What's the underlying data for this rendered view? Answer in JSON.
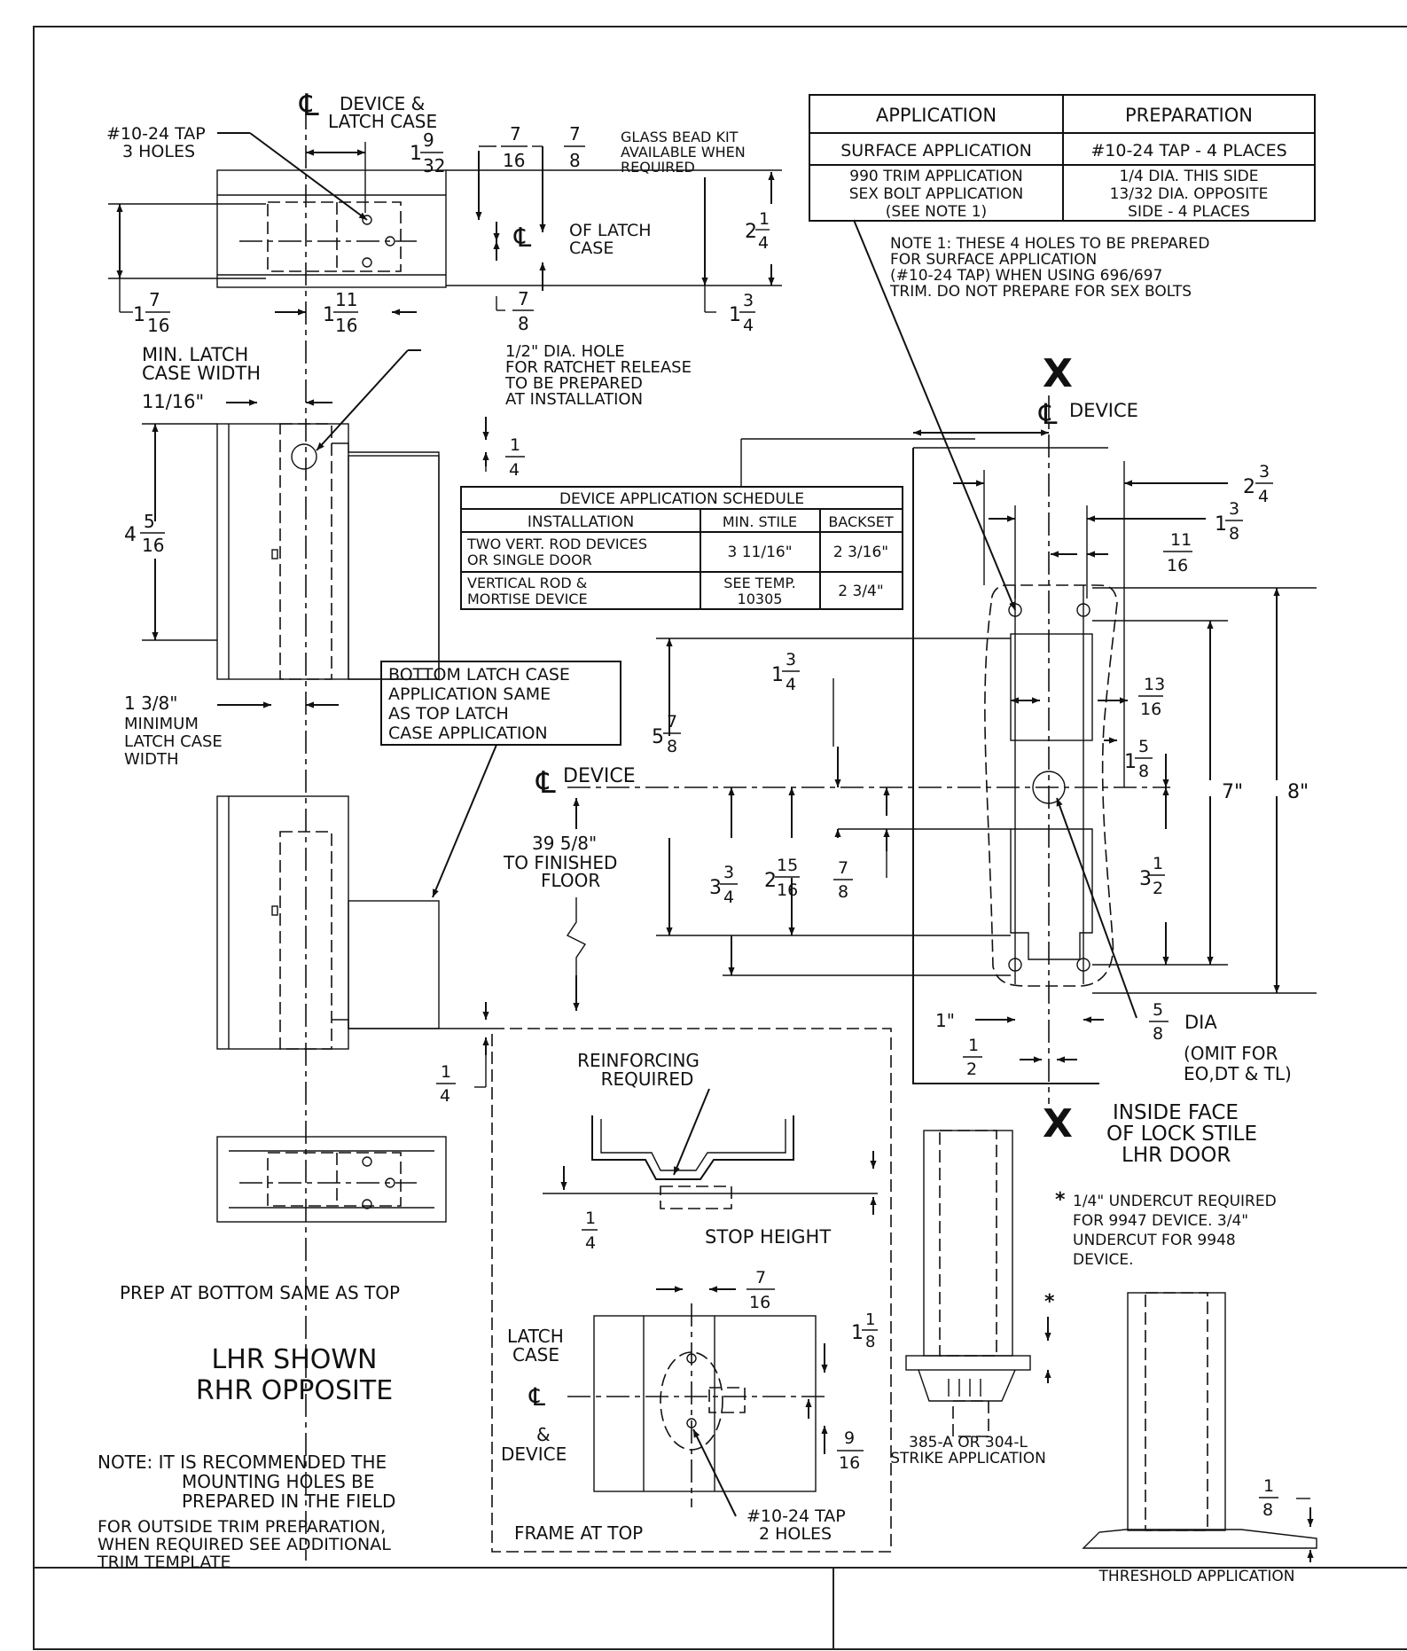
{
  "application_table": {
    "headers": [
      "APPLICATION",
      "PREPARATION"
    ],
    "rows": [
      {
        "application": [
          "SURFACE APPLICATION"
        ],
        "preparation": [
          "#10-24 TAP - 4 PLACES"
        ]
      },
      {
        "application": [
          "990 TRIM APPLICATION",
          "SEX BOLT APPLICATION",
          "(SEE NOTE 1)"
        ],
        "preparation": [
          "1/4 DIA. THIS SIDE",
          "13/32 DIA. OPPOSITE",
          "SIDE - 4 PLACES"
        ]
      }
    ]
  },
  "note1": [
    "NOTE 1: THESE 4 HOLES TO BE PREPARED",
    "FOR SURFACE APPLICATION",
    "(#10-24 TAP) WHEN USING 696/697",
    "TRIM. DO NOT PREPARE FOR SEX BOLTS"
  ],
  "schedule": {
    "title": "DEVICE APPLICATION SCHEDULE",
    "headers": [
      "INSTALLATION",
      "MIN. STILE",
      "BACKSET"
    ],
    "rows": [
      {
        "installation": [
          "TWO VERT. ROD DEVICES",
          "OR SINGLE DOOR"
        ],
        "min_stile": [
          "3 11/16\""
        ],
        "backset": [
          "2 3/16\""
        ]
      },
      {
        "installation": [
          "VERTICAL ROD &",
          "MORTISE DEVICE"
        ],
        "min_stile": [
          "SEE TEMP.",
          "10305"
        ],
        "backset": [
          "2 3/4\""
        ]
      }
    ]
  },
  "top_view": {
    "tap_label": [
      "#10-24 TAP",
      "3 HOLES"
    ],
    "cl_label": [
      "DEVICE &",
      "LATCH CASE"
    ],
    "glass_bead": [
      "GLASS BEAD KIT",
      "AVAILABLE WHEN",
      "REQUIRED"
    ],
    "cl_latch": [
      "OF LATCH",
      "CASE"
    ],
    "min_latch": [
      "MIN. LATCH",
      "CASE WIDTH"
    ],
    "ratchet": [
      "1/2\" DIA. HOLE",
      "FOR RATCHET RELEASE",
      "TO BE PREPARED",
      "AT INSTALLATION"
    ],
    "dim_11_16": "11/16\"",
    "min_width": [
      "1 3/8\"",
      "MINIMUM",
      "LATCH CASE",
      "WIDTH"
    ]
  },
  "bottom_latch_note": [
    "BOTTOM LATCH CASE",
    "APPLICATION SAME",
    "AS TOP LATCH",
    "CASE APPLICATION"
  ],
  "device_cl": "DEVICE",
  "floor": [
    "39 5/8\"",
    "TO FINISHED",
    "FLOOR"
  ],
  "prep_bottom": "PREP AT BOTTOM SAME AS TOP",
  "hand": [
    "LHR SHOWN",
    "RHR OPPOSITE"
  ],
  "note_field": [
    "NOTE: IT IS RECOMMENDED THE",
    "MOUNTING HOLES BE",
    "PREPARED IN THE FIELD"
  ],
  "note_trim": [
    "FOR OUTSIDE TRIM PREPARATION,",
    "WHEN REQUIRED SEE ADDITIONAL",
    "TRIM TEMPLATE"
  ],
  "frame": {
    "reinforcing": [
      "REINFORCING",
      "REQUIRED"
    ],
    "stop_height": "STOP HEIGHT",
    "latch_case": [
      "LATCH",
      "CASE"
    ],
    "and_device": [
      "&",
      "DEVICE"
    ],
    "tap2": [
      "#10-24 TAP",
      "2 HOLES"
    ],
    "frame_at_top": "FRAME AT TOP"
  },
  "stile": {
    "x_mark": "X",
    "cl_device": "DEVICE",
    "dia_label": "DIA",
    "omit": [
      "(OMIT FOR",
      "EO,DT & TL)"
    ],
    "inside_face": [
      "INSIDE FACE",
      "OF LOCK STILE",
      "LHR DOOR"
    ],
    "dim_7": "7\"",
    "dim_8": "8\"",
    "dim_1in": "1\""
  },
  "undercut": [
    "1/4\" UNDERCUT REQUIRED",
    "FOR 9947 DEVICE. 3/4\"",
    "UNDERCUT FOR 9948",
    "DEVICE."
  ],
  "strike": [
    "385-A OR 304-L",
    "STRIKE APPLICATION"
  ],
  "threshold": "THRESHOLD APPLICATION",
  "fractions": {
    "f1_9_32": {
      "whole": "1",
      "num": "9",
      "den": "32"
    },
    "f7_16": {
      "whole": "",
      "num": "7",
      "den": "16"
    },
    "f7_8": {
      "whole": "",
      "num": "7",
      "den": "8"
    },
    "f2_1_4": {
      "whole": "2",
      "num": "1",
      "den": "4"
    },
    "f1_7_16": {
      "whole": "1",
      "num": "7",
      "den": "16"
    },
    "f1_11_16": {
      "whole": "1",
      "num": "11",
      "den": "16"
    },
    "f1_3_4": {
      "whole": "1",
      "num": "3",
      "den": "4"
    },
    "f1_4": {
      "whole": "",
      "num": "1",
      "den": "4"
    },
    "f4_5_16": {
      "whole": "4",
      "num": "5",
      "den": "16"
    },
    "f2_3_4": {
      "whole": "2",
      "num": "3",
      "den": "4"
    },
    "f1_3_8": {
      "whole": "1",
      "num": "3",
      "den": "8"
    },
    "f11_16": {
      "whole": "",
      "num": "11",
      "den": "16"
    },
    "f13_16": {
      "whole": "",
      "num": "13",
      "den": "16"
    },
    "f1_5_8": {
      "whole": "1",
      "num": "5",
      "den": "8"
    },
    "f5_7_8": {
      "whole": "5",
      "num": "7",
      "den": "8"
    },
    "f3_3_4": {
      "whole": "3",
      "num": "3",
      "den": "4"
    },
    "f2_15_16": {
      "whole": "2",
      "num": "15",
      "den": "16"
    },
    "f3_1_2": {
      "whole": "3",
      "num": "1",
      "den": "2"
    },
    "f5_8": {
      "whole": "",
      "num": "5",
      "den": "8"
    },
    "f1_2": {
      "whole": "",
      "num": "1",
      "den": "2"
    },
    "f1_1_8": {
      "whole": "1",
      "num": "1",
      "den": "8"
    },
    "f9_16": {
      "whole": "",
      "num": "9",
      "den": "16"
    },
    "f1_8": {
      "whole": "",
      "num": "1",
      "den": "8"
    }
  }
}
